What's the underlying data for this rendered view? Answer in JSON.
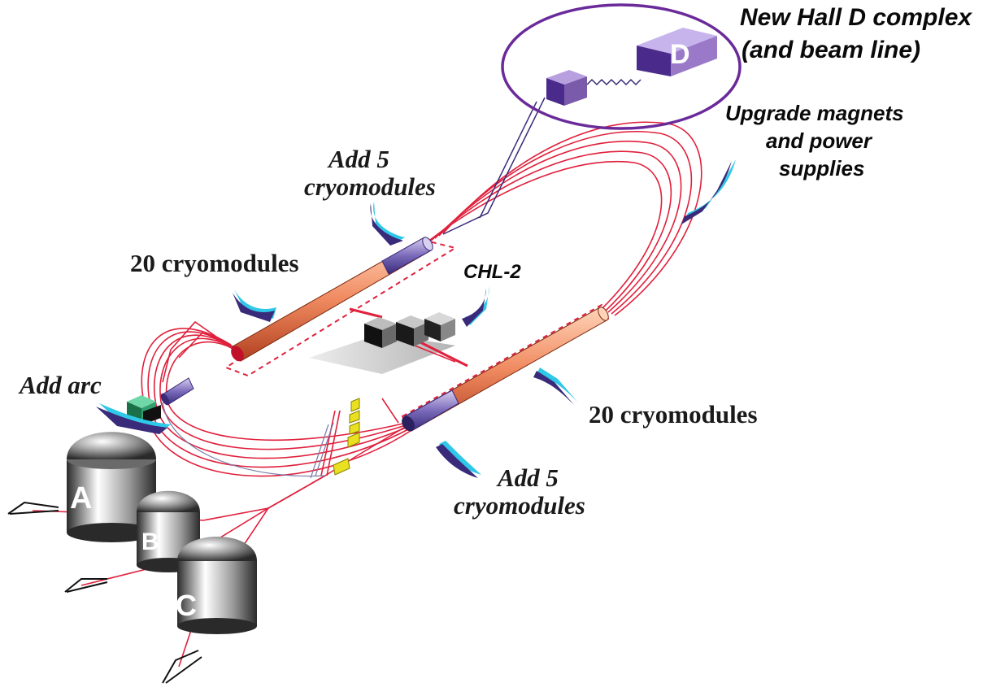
{
  "labels": {
    "hall_d_title_line1": "New Hall D complex",
    "hall_d_title_line2": "(and beam line)",
    "upgrade_line1": "Upgrade magnets",
    "upgrade_line2": "and power",
    "upgrade_line3": "supplies",
    "add5_top_line1": "Add 5",
    "add5_top_line2": "cryomodules",
    "cryo20_left": "20 cryomodules",
    "chl2": "CHL-2",
    "add_arc": "Add arc",
    "cryo20_right": "20 cryomodules",
    "add5_bottom_line1": "Add 5",
    "add5_bottom_line2": "cryomodules"
  },
  "halls": {
    "a": "A",
    "b": "B",
    "c": "C",
    "d": "D"
  },
  "colors": {
    "beamline": "#e0203c",
    "dashed_box": "#e0203c",
    "linac_orange": "#f08a60",
    "linac_blue": "#5a4a9a",
    "arrow_navy": "#3a2a7a",
    "arrow_cyan": "#30c8e8",
    "hall_d_purple": "#7a5aaa",
    "ellipse_purple": "#6a2a9a",
    "green_block": "#30a070",
    "yellow_magnet": "#e8e020"
  }
}
